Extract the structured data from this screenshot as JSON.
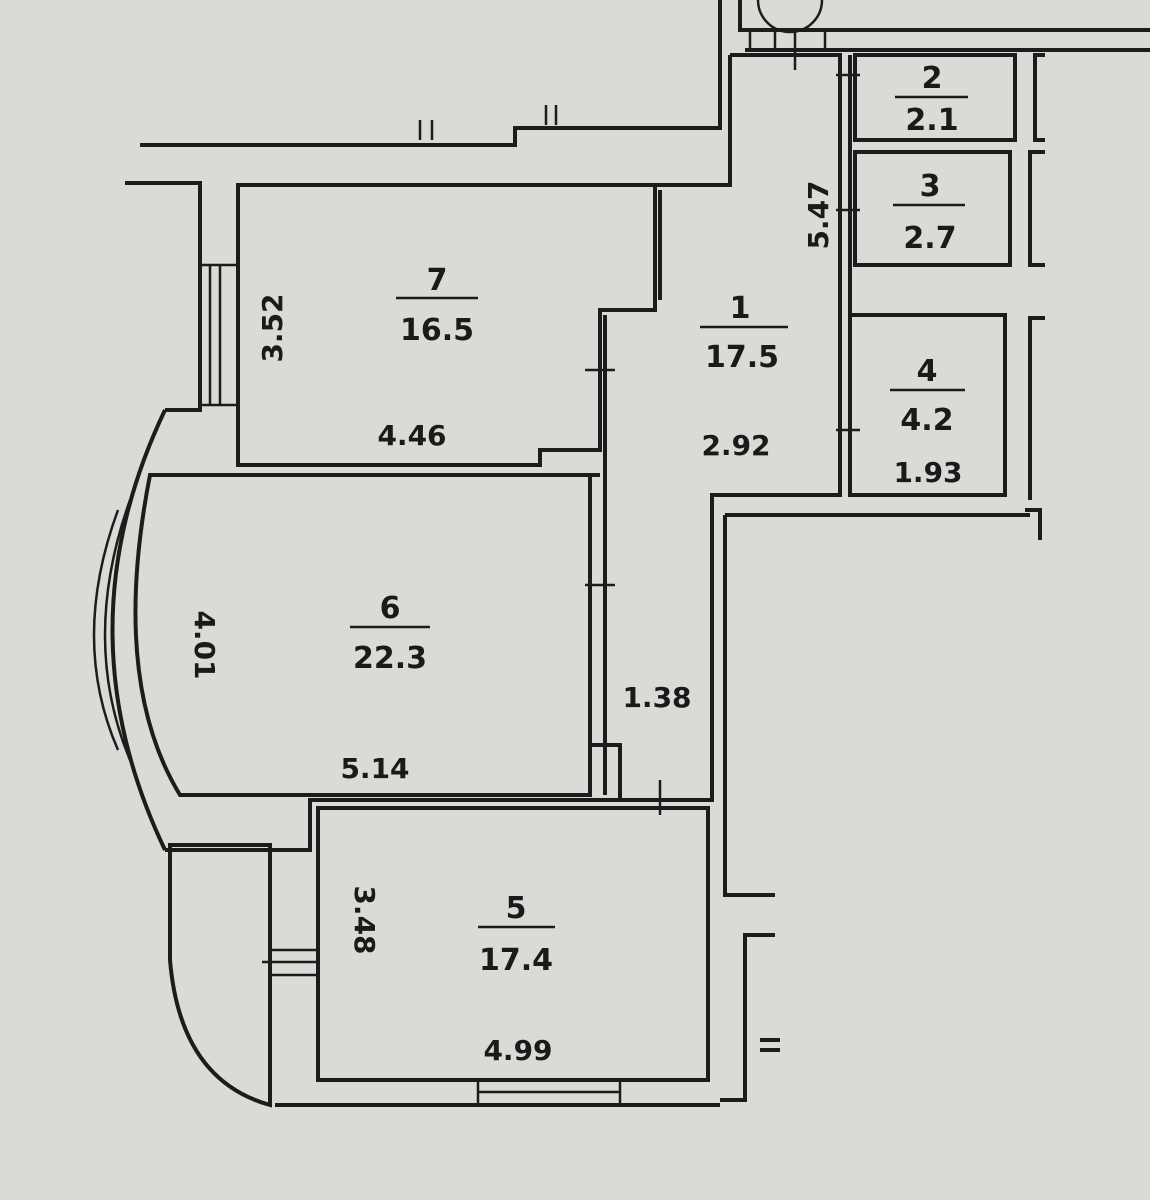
{
  "rooms": [
    {
      "number": "1",
      "area": "17.5"
    },
    {
      "number": "2",
      "area": "2.1"
    },
    {
      "number": "3",
      "area": "2.7"
    },
    {
      "number": "4",
      "area": "4.2"
    },
    {
      "number": "5",
      "area": "17.4"
    },
    {
      "number": "6",
      "area": "22.3"
    },
    {
      "number": "7",
      "area": "16.5"
    }
  ],
  "dimensions": {
    "room1_length": "5.47",
    "room1_width": "2.92",
    "room1_passage": "1.38",
    "room4_width": "1.93",
    "room5_depth": "3.48",
    "room5_width": "4.99",
    "room6_depth": "4.01",
    "room6_width": "5.14",
    "room7_depth": "3.52",
    "room7_width": "4.46"
  },
  "colors": {
    "background": "#dadad6",
    "lines": "#1c1c1c"
  }
}
